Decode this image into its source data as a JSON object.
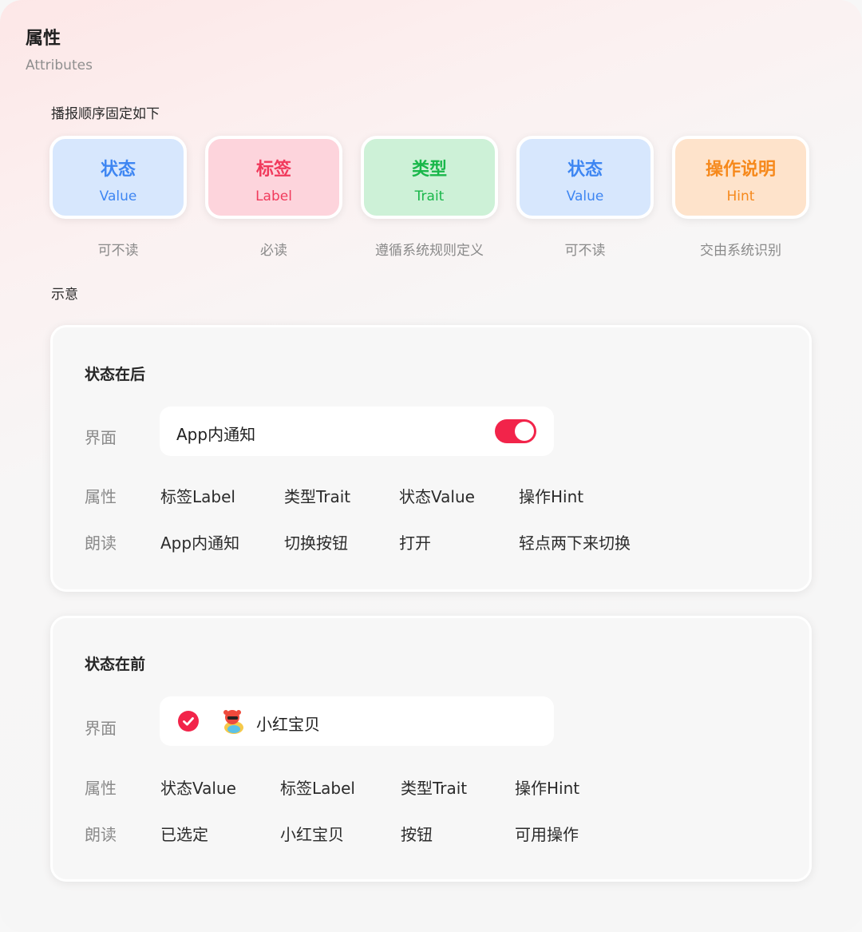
{
  "header": {
    "title": "属性",
    "subtitle": "Attributes"
  },
  "order_intro": "播报顺序固定如下",
  "order_chips": [
    {
      "zh": "状态",
      "en": "Value",
      "note": "可不读",
      "color": "#3e86f2",
      "bg": "#d7e7fd"
    },
    {
      "zh": "标签",
      "en": "Label",
      "note": "必读",
      "color": "#f13a5c",
      "bg": "#fdd4dc"
    },
    {
      "zh": "类型",
      "en": "Trait",
      "note": "遵循系统规则定义",
      "color": "#19b74a",
      "bg": "#cdf1d7"
    },
    {
      "zh": "状态",
      "en": "Value",
      "note": "可不读",
      "color": "#3e86f2",
      "bg": "#d7e7fd"
    },
    {
      "zh": "操作说明",
      "en": "Hint",
      "note": "交由系统识别",
      "color": "#f6891c",
      "bg": "#fee3cb"
    }
  ],
  "demo_intro": "示意",
  "accent_color": "#f2244a",
  "cards": [
    {
      "title": "状态在后",
      "ui_label": "界面",
      "ui_text": "App内通知",
      "ui_control": "toggle-on",
      "attr_label": "属性",
      "attrs": [
        "标签Label",
        "类型Trait",
        "状态Value",
        "操作Hint"
      ],
      "read_label": "朗读",
      "reads": [
        "App内通知",
        "切换按钮",
        "打开",
        "轻点两下来切换"
      ]
    },
    {
      "title": "状态在前",
      "ui_label": "界面",
      "ui_text": "小红宝贝",
      "ui_control": "checkmark-selected",
      "attr_label": "属性",
      "attrs": [
        "状态Value",
        "标签Label",
        "类型Trait",
        "操作Hint"
      ],
      "read_label": "朗读",
      "reads": [
        "已选定",
        "小红宝贝",
        "按钮",
        "可用操作"
      ]
    }
  ]
}
